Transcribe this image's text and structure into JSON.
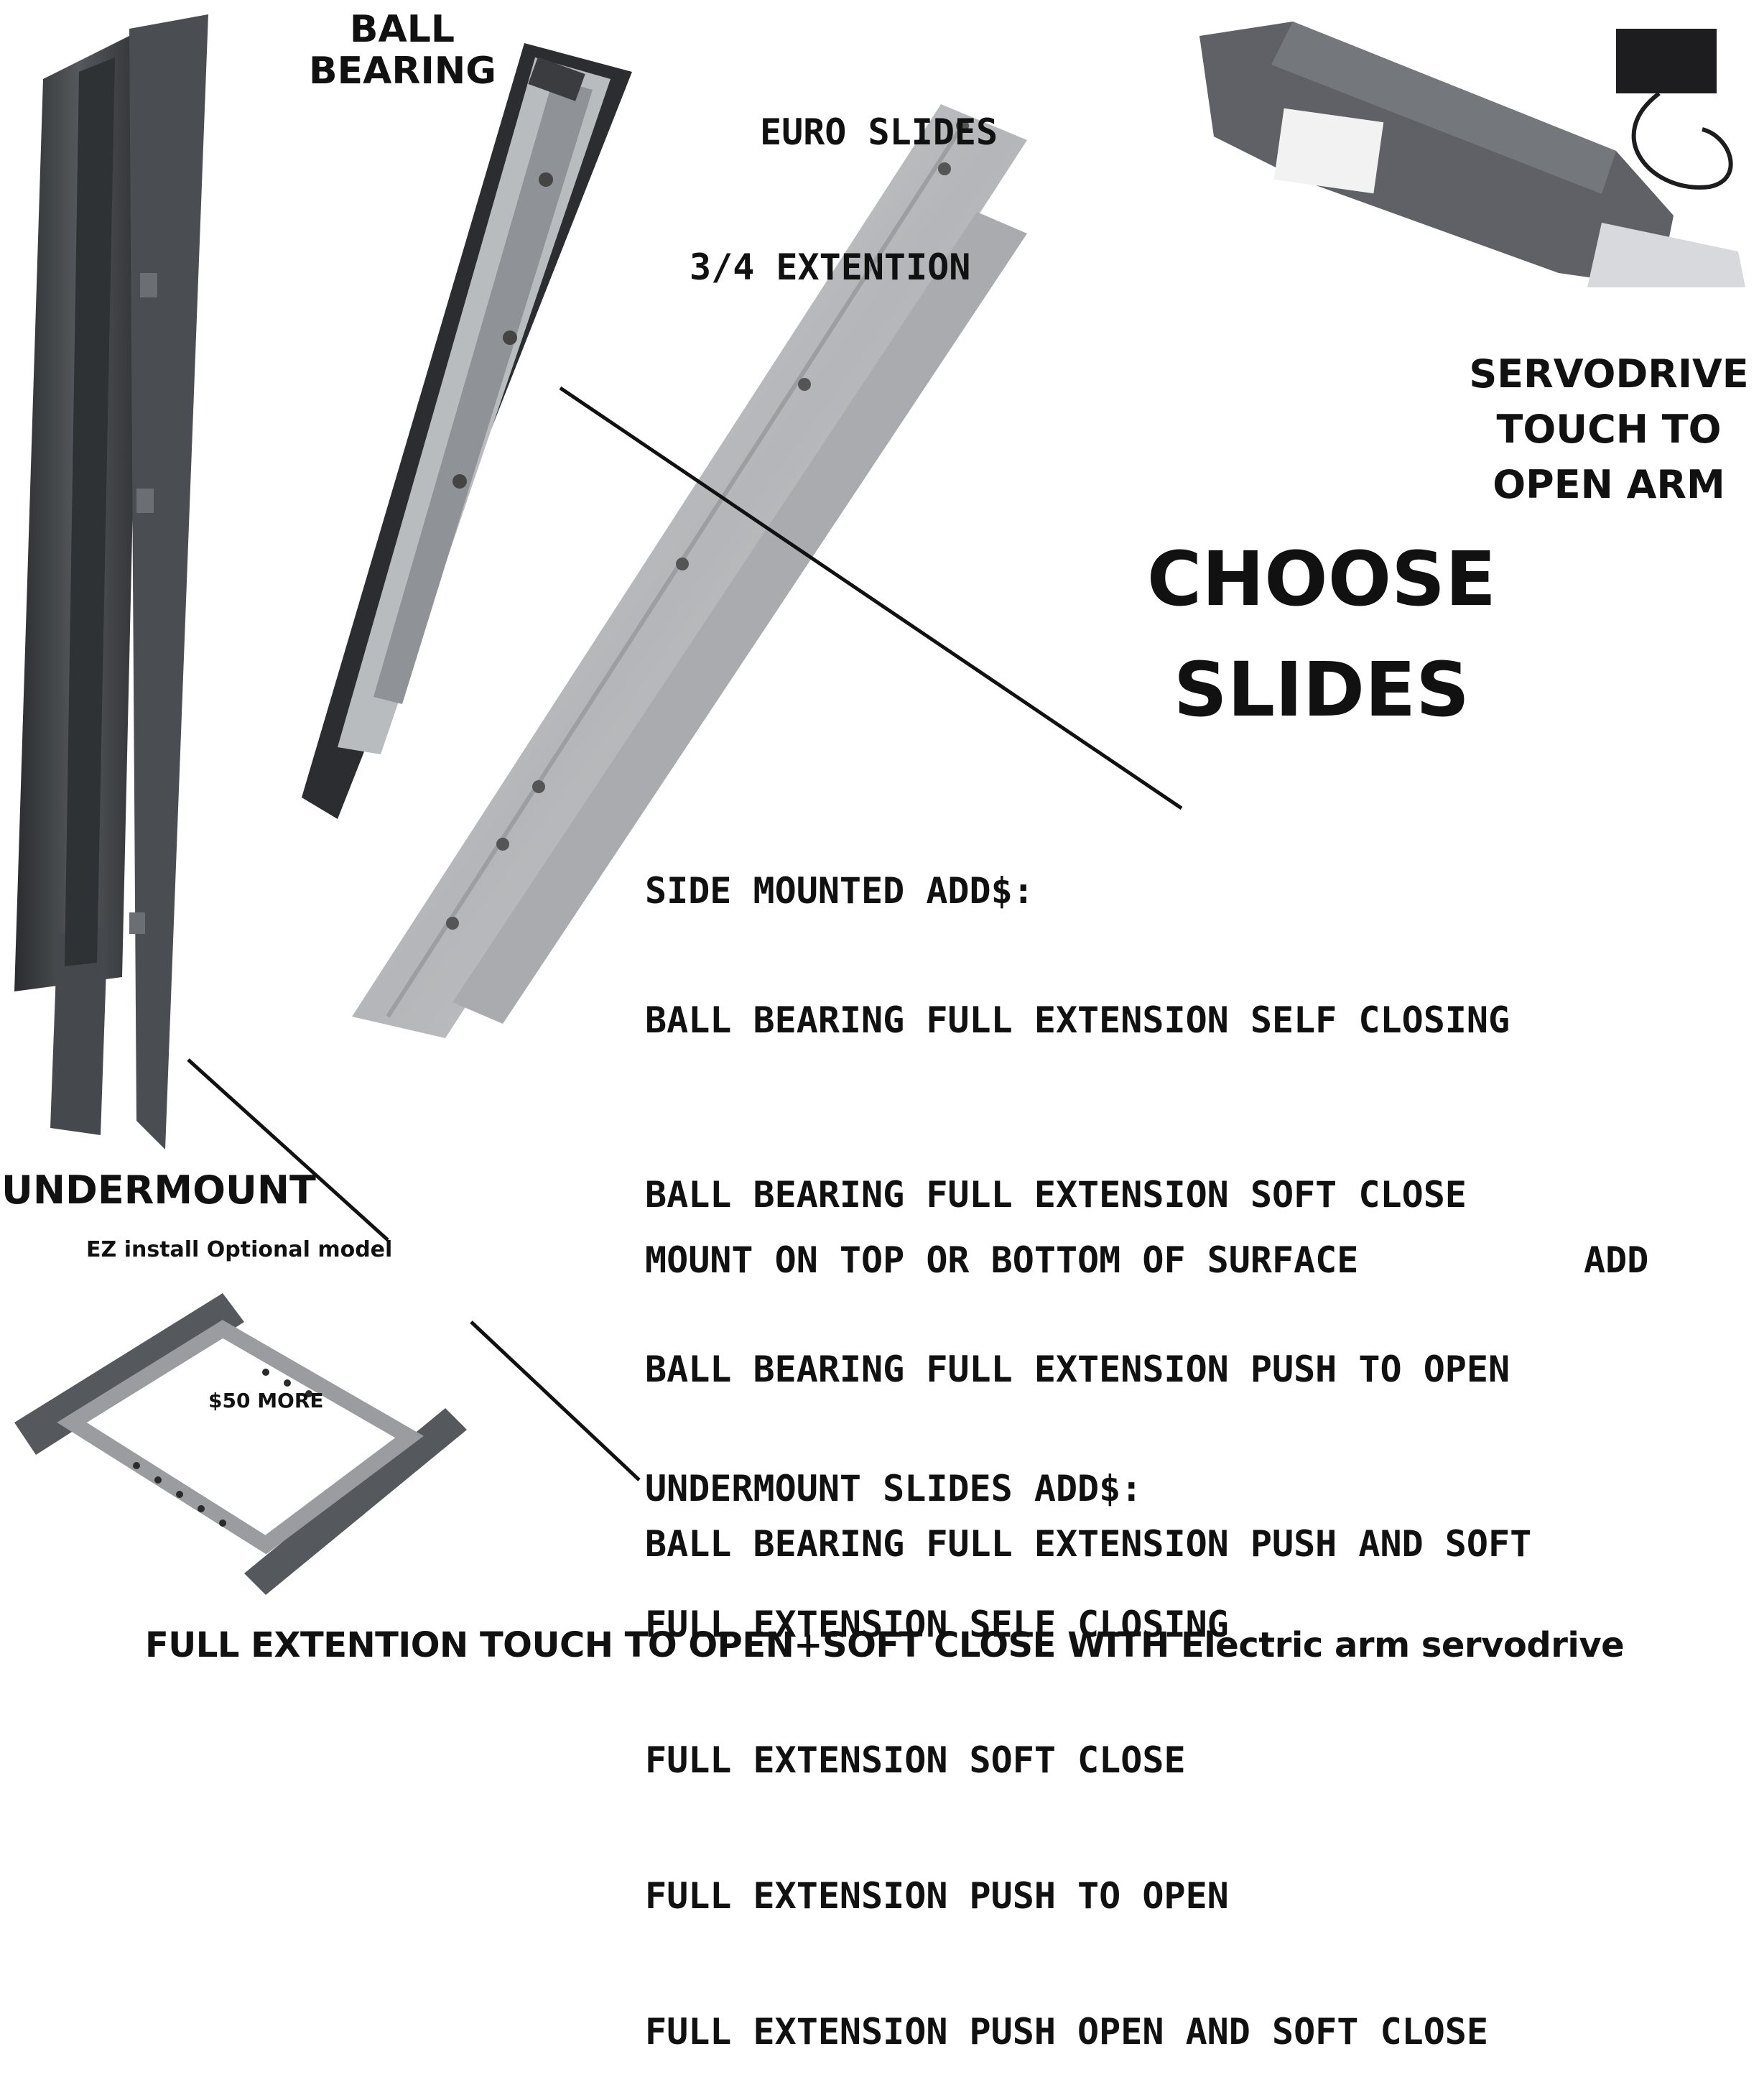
{
  "labels": {
    "ball_bearing_line1": "BALL",
    "ball_bearing_line2": "BEARING",
    "euro_line1": "EURO SLIDES",
    "euro_line2": "3/4 EXTENTION",
    "servo_line1": "SERVODRIVE",
    "servo_line2": "TOUCH TO",
    "servo_line3": "OPEN ARM",
    "choose_line1": "CHOOSE",
    "choose_line2": "SLIDES",
    "undermount": "UNDERMOUNT",
    "ez_install": "EZ install Optional model",
    "fifty_more": "$50 MORE"
  },
  "side_mounted": {
    "header": "SIDE MOUNTED ADD$:",
    "options": [
      "BALL BEARING FULL EXTENSION SELF CLOSING",
      "BALL BEARING FULL EXTENSION SOFT CLOSE",
      "BALL BEARING FULL EXTENSION PUSH TO OPEN",
      "BALL BEARING FULL EXTENSION PUSH AND SOFT"
    ]
  },
  "mount_surface": {
    "text": "MOUNT ON TOP OR BOTTOM OF SURFACE",
    "add": "ADD"
  },
  "undermount_slides": {
    "header": "UNDERMOUNT SLIDES ADD$:",
    "options": [
      "FULL EXTENSION SELF CLOSING",
      "FULL EXTENSION SOFT CLOSE",
      "FULL EXTENSION PUSH TO OPEN",
      "FULL EXTENSION PUSH OPEN AND SOFT CLOSE"
    ]
  },
  "footer": "FULL EXTENTION TOUCH TO OPEN+SOFT CLOSE WITH Electric arm servodrive",
  "colors": {
    "text": "#111111",
    "dark_slide": "#3a3d40",
    "silver_slide": "#c9cacc",
    "servo_body": "#5f6166"
  }
}
